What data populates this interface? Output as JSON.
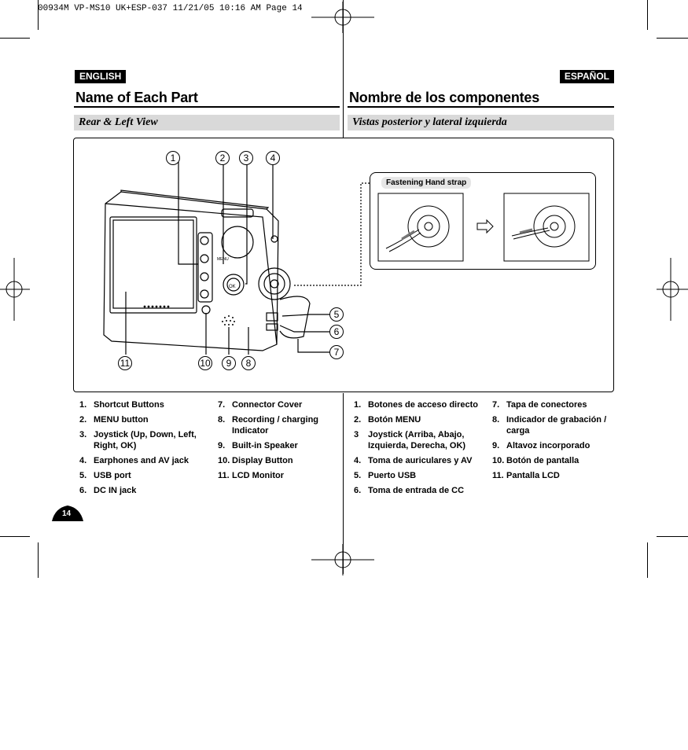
{
  "print_header": "00934M VP-MS10 UK+ESP-037  11/21/05 10:16 AM  Page 14",
  "english": {
    "badge": "ENGLISH",
    "title": "Name of Each Part",
    "section": "Rear & Left View",
    "items_col1": [
      {
        "num": "1.",
        "text": "Shortcut Buttons"
      },
      {
        "num": "2.",
        "text": "MENU button"
      },
      {
        "num": "3.",
        "text": "Joystick (Up, Down, Left, Right, OK)"
      },
      {
        "num": "4.",
        "text": "Earphones and AV jack"
      },
      {
        "num": "5.",
        "text": "USB port"
      },
      {
        "num": "6.",
        "text": "DC IN jack"
      }
    ],
    "items_col2": [
      {
        "num": "7.",
        "text": "Connector Cover"
      },
      {
        "num": "8.",
        "text": "Recording / charging Indicator"
      },
      {
        "num": "9.",
        "text": "Built-in Speaker"
      },
      {
        "num": "10.",
        "text": "Display Button"
      },
      {
        "num": "11.",
        "text": "LCD Monitor"
      }
    ]
  },
  "spanish": {
    "badge": "ESPAÑOL",
    "title": "Nombre de los componentes",
    "section": "Vistas posterior y lateral izquierda",
    "items_col1": [
      {
        "num": "1.",
        "text": "Botones de acceso directo"
      },
      {
        "num": "2.",
        "text": "Botón MENU"
      },
      {
        "num": "3",
        "text": "Joystick (Arriba, Abajo, Izquierda, Derecha, OK)"
      },
      {
        "num": "4.",
        "text": "Toma de auriculares y AV"
      },
      {
        "num": "5.",
        "text": "Puerto USB"
      },
      {
        "num": "6.",
        "text": "Toma de entrada de CC"
      }
    ],
    "items_col2": [
      {
        "num": "7.",
        "text": "Tapa de conectores"
      },
      {
        "num": "8.",
        "text": "Indicador de grabación / carga"
      },
      {
        "num": "9.",
        "text": "Altavoz incorporado"
      },
      {
        "num": "10.",
        "text": "Botón de pantalla"
      },
      {
        "num": "11.",
        "text": "Pantalla LCD"
      }
    ]
  },
  "figure": {
    "strap_label": "Fastening Hand strap",
    "callouts": [
      "1",
      "2",
      "3",
      "4",
      "5",
      "6",
      "7",
      "8",
      "9",
      "10",
      "11"
    ],
    "camera_labels": {
      "ok": "OK",
      "menu": "MENU"
    }
  },
  "page_number": "14"
}
